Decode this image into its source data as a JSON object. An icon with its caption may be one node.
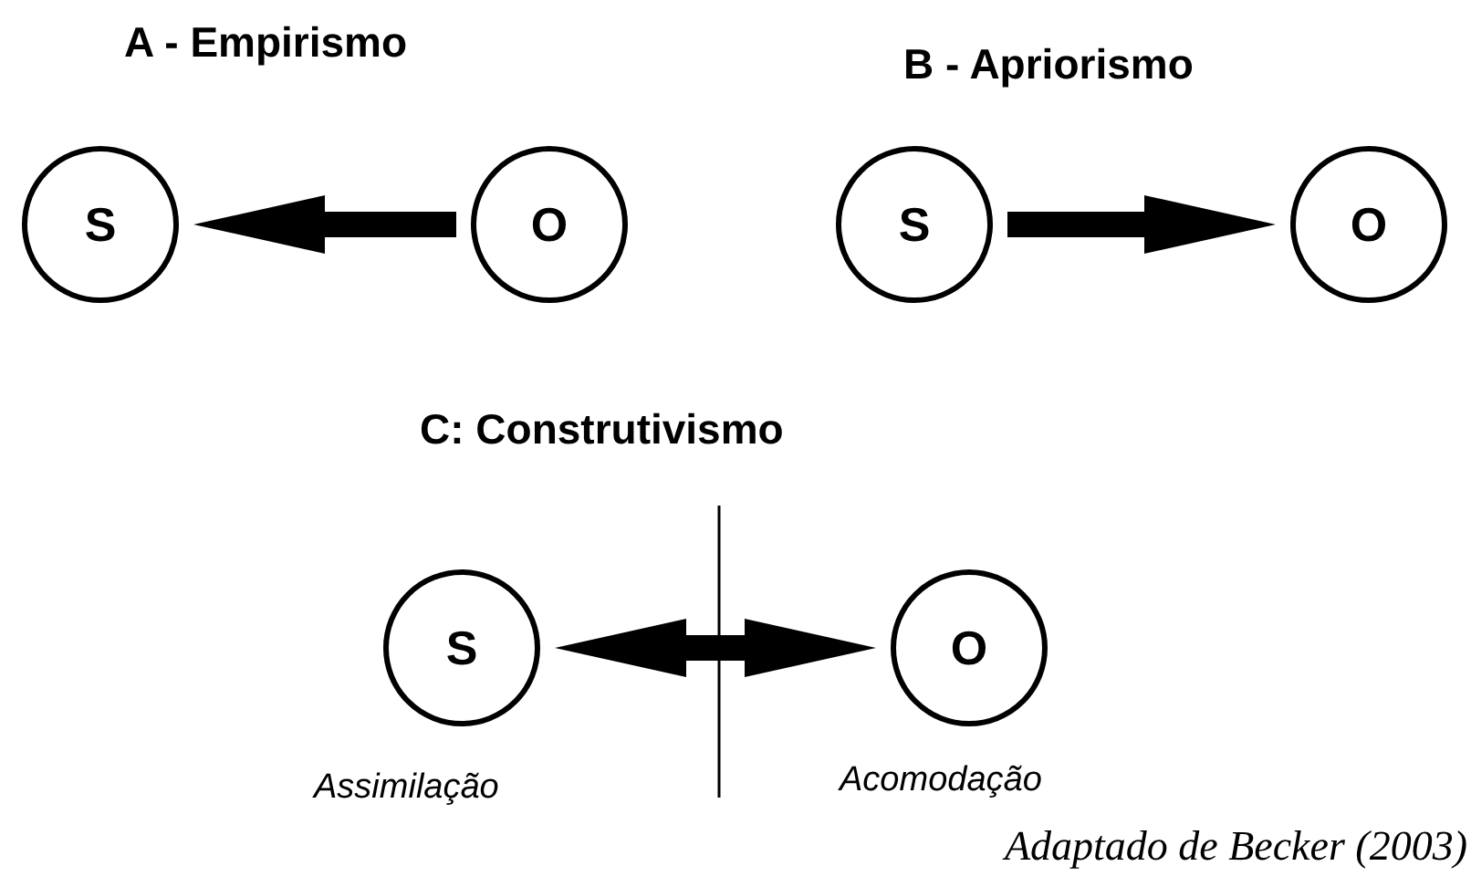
{
  "diagram": {
    "caption": "Adaptado de Becker (2003)",
    "nodes": [
      {
        "text": [
          "S"
        ]
      },
      {
        "text": [
          "O"
        ]
      },
      {
        "text": [
          "S"
        ]
      },
      {
        "text": [
          "O"
        ]
      },
      {
        "text": [
          "S"
        ],
        "beside": [
          "Assimilação"
        ]
      },
      {
        "text": [
          "O"
        ],
        "beside": [
          "Acomodação"
        ]
      }
    ],
    "edges": [
      {
        "from": 1,
        "to": 0,
        "arrow": "to"
      },
      {
        "from": 2,
        "to": 3,
        "arrow": "to"
      },
      {
        "from": 4,
        "to": 5,
        "arrow": "both"
      }
    ],
    "labels": [
      "A - Empirismo",
      "B - Apriorismo",
      "C: Construtivismo"
    ]
  }
}
